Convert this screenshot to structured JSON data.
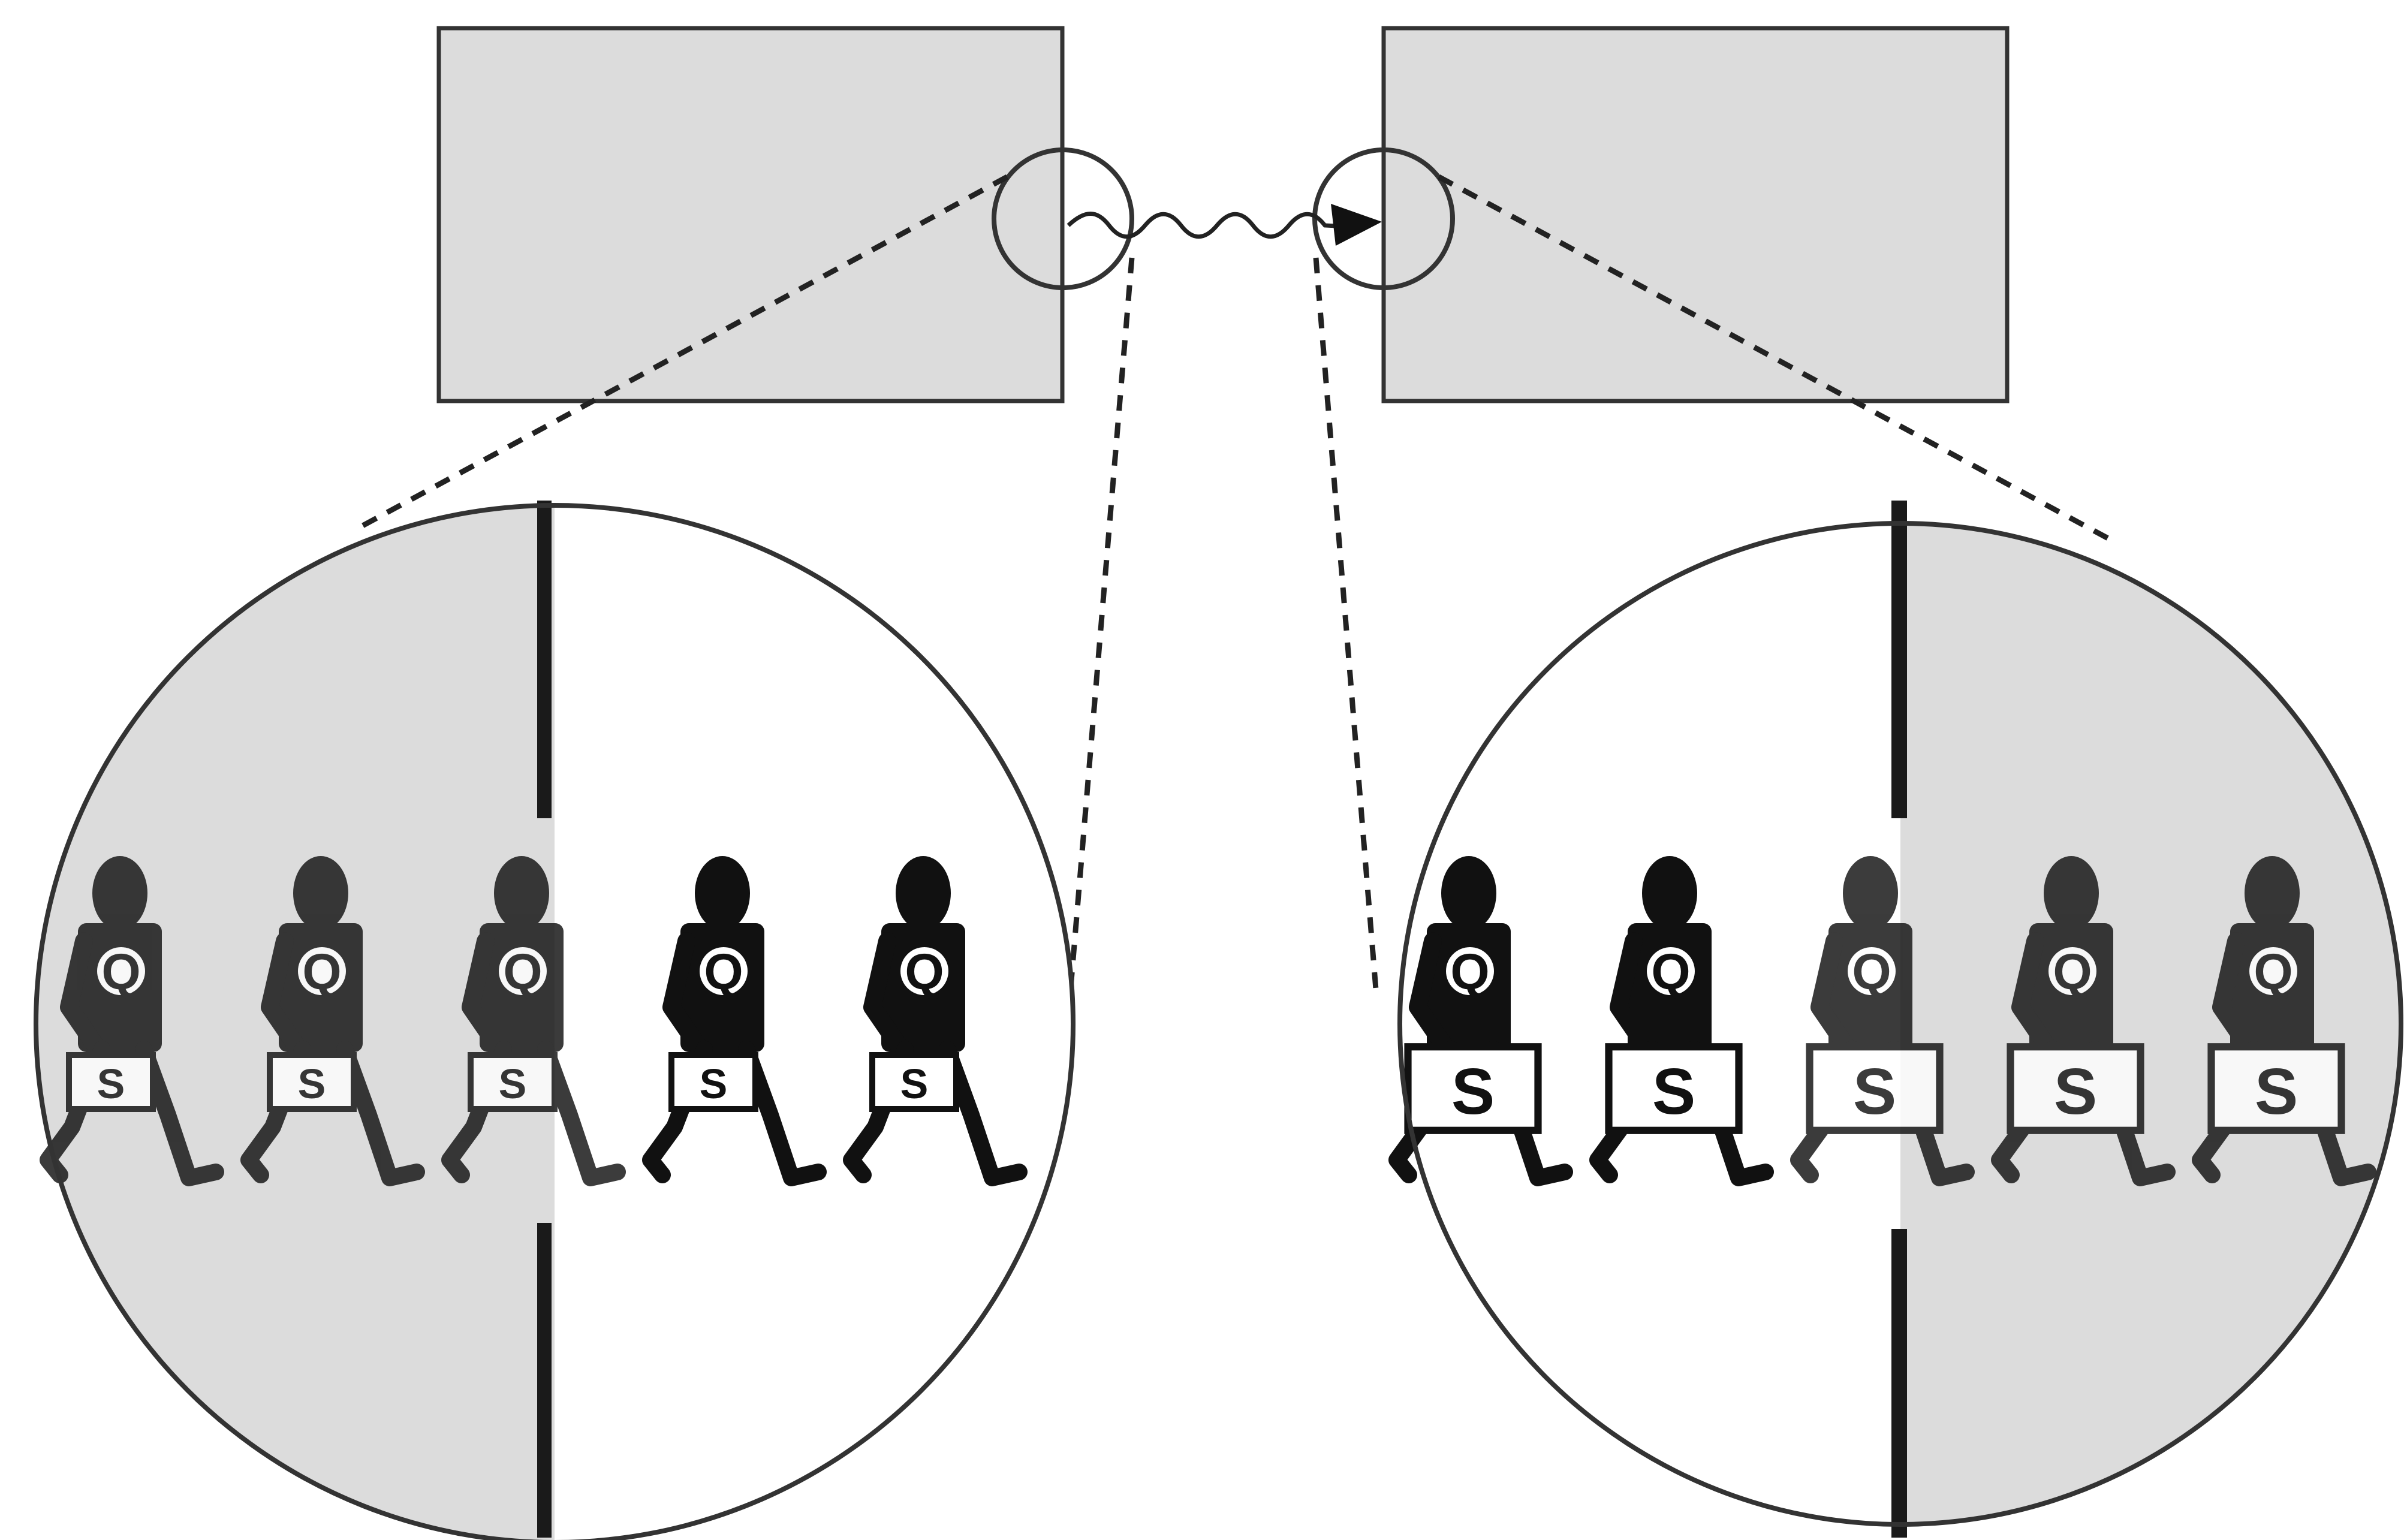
{
  "colors": {
    "region_fill": "#dcdcdc",
    "outline": "#333333",
    "figure": "#111111",
    "wall": "#1a1a1a",
    "background": "#ffffff"
  },
  "left_zoom": {
    "walkers": [
      {
        "body_letter": "Q",
        "case_letter": "S",
        "faded": true
      },
      {
        "body_letter": "Q",
        "case_letter": "S",
        "faded": true
      },
      {
        "body_letter": "Q",
        "case_letter": "S",
        "faded": true
      },
      {
        "body_letter": "Q",
        "case_letter": "S",
        "faded": false
      },
      {
        "body_letter": "Q",
        "case_letter": "S",
        "faded": false
      }
    ]
  },
  "right_zoom": {
    "walkers": [
      {
        "body_letter": "Q",
        "case_letter": "S",
        "faded": false
      },
      {
        "body_letter": "Q",
        "case_letter": "S",
        "faded": false
      },
      {
        "body_letter": "Q",
        "case_letter": "S",
        "faded": true
      },
      {
        "body_letter": "Q",
        "case_letter": "S",
        "faded": true
      },
      {
        "body_letter": "Q",
        "case_letter": "S",
        "faded": true
      }
    ]
  }
}
